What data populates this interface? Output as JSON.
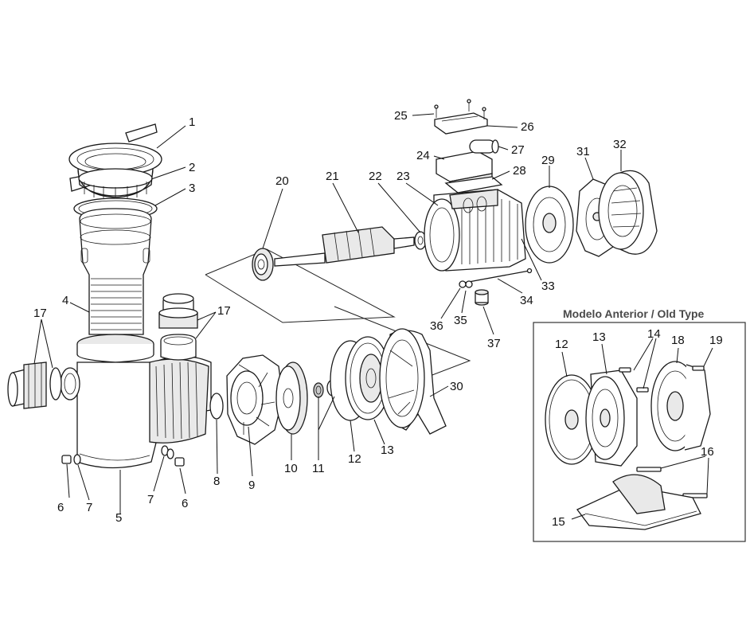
{
  "callouts": [
    {
      "id": "1",
      "label": "1"
    },
    {
      "id": "2",
      "label": "2"
    },
    {
      "id": "3",
      "label": "3"
    },
    {
      "id": "4",
      "label": "4"
    },
    {
      "id": "5",
      "label": "5"
    },
    {
      "id": "6a",
      "label": "6"
    },
    {
      "id": "6b",
      "label": "6"
    },
    {
      "id": "7a",
      "label": "7"
    },
    {
      "id": "7b",
      "label": "7"
    },
    {
      "id": "8",
      "label": "8"
    },
    {
      "id": "9",
      "label": "9"
    },
    {
      "id": "10",
      "label": "10"
    },
    {
      "id": "11",
      "label": "11"
    },
    {
      "id": "12",
      "label": "12"
    },
    {
      "id": "13",
      "label": "13"
    },
    {
      "id": "17a",
      "label": "17"
    },
    {
      "id": "17b",
      "label": "17"
    },
    {
      "id": "20",
      "label": "20"
    },
    {
      "id": "21",
      "label": "21"
    },
    {
      "id": "22",
      "label": "22"
    },
    {
      "id": "23",
      "label": "23"
    },
    {
      "id": "24",
      "label": "24"
    },
    {
      "id": "25",
      "label": "25"
    },
    {
      "id": "26",
      "label": "26"
    },
    {
      "id": "27",
      "label": "27"
    },
    {
      "id": "28",
      "label": "28"
    },
    {
      "id": "29",
      "label": "29"
    },
    {
      "id": "30",
      "label": "30"
    },
    {
      "id": "31",
      "label": "31"
    },
    {
      "id": "32",
      "label": "32"
    },
    {
      "id": "33",
      "label": "33"
    },
    {
      "id": "34",
      "label": "34"
    },
    {
      "id": "35",
      "label": "35"
    },
    {
      "id": "36",
      "label": "36"
    },
    {
      "id": "37",
      "label": "37"
    }
  ],
  "inset": {
    "title": "Modelo Anterior / Old Type",
    "callouts": [
      {
        "id": "i12",
        "label": "12"
      },
      {
        "id": "i13",
        "label": "13"
      },
      {
        "id": "i14",
        "label": "14"
      },
      {
        "id": "i18",
        "label": "18"
      },
      {
        "id": "i19",
        "label": "19"
      },
      {
        "id": "i16",
        "label": "16"
      },
      {
        "id": "i15",
        "label": "15"
      }
    ]
  }
}
